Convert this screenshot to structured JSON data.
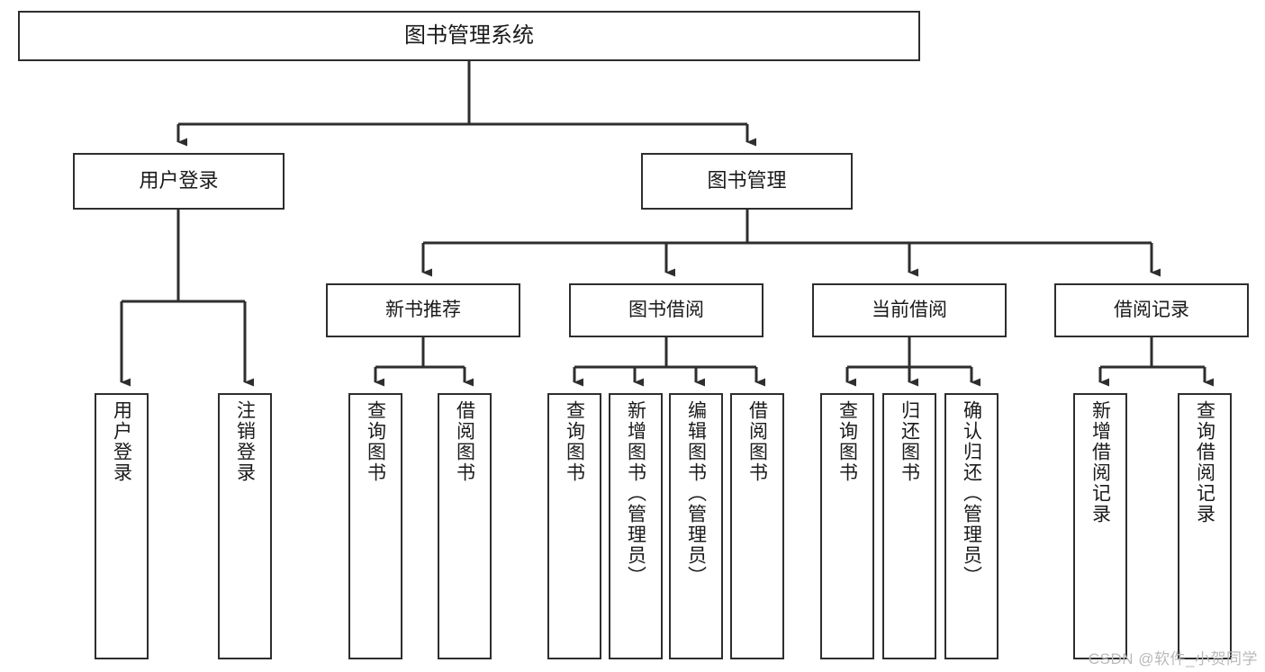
{
  "diagram": {
    "title": "图书管理系统",
    "type": "hierarchy-tree",
    "root": {
      "id": "root",
      "label": "图书管理系统"
    },
    "level2": [
      {
        "id": "user-login",
        "label": "用户登录"
      },
      {
        "id": "book-manage",
        "label": "图书管理"
      }
    ],
    "level3": [
      {
        "id": "new-book-rec",
        "label": "新书推荐"
      },
      {
        "id": "book-borrow",
        "label": "图书借阅"
      },
      {
        "id": "current-borrow",
        "label": "当前借阅"
      },
      {
        "id": "borrow-record",
        "label": "借阅记录"
      }
    ],
    "leaves": {
      "user_login": [
        {
          "id": "leaf-user-login",
          "label": "用户登录"
        },
        {
          "id": "leaf-logout-login",
          "label": "注销登录"
        }
      ],
      "new_book_rec": [
        {
          "id": "leaf-query-book-1",
          "label": "查询图书"
        },
        {
          "id": "leaf-borrow-book-1",
          "label": "借阅图书"
        }
      ],
      "book_borrow": [
        {
          "id": "leaf-query-book-2",
          "label": "查询图书"
        },
        {
          "id": "leaf-add-book",
          "label": "新增图书（管理员）"
        },
        {
          "id": "leaf-edit-book",
          "label": "编辑图书（管理员）"
        },
        {
          "id": "leaf-borrow-book-2",
          "label": "借阅图书"
        }
      ],
      "current_borrow": [
        {
          "id": "leaf-query-book-3",
          "label": "查询图书"
        },
        {
          "id": "leaf-return-book",
          "label": "归还图书"
        },
        {
          "id": "leaf-confirm-return",
          "label": "确认归还（管理员）"
        }
      ],
      "borrow_record": [
        {
          "id": "leaf-add-record",
          "label": "新增借阅记录"
        },
        {
          "id": "leaf-query-record",
          "label": "查询借阅记录"
        }
      ]
    }
  },
  "watermark": {
    "text": "CSDN @软件_小贺同学"
  },
  "colors": {
    "stroke": "#2e2e2e",
    "fill": "#ffffff",
    "text": "#1a1a1a",
    "watermark": "#b9b9b9"
  }
}
